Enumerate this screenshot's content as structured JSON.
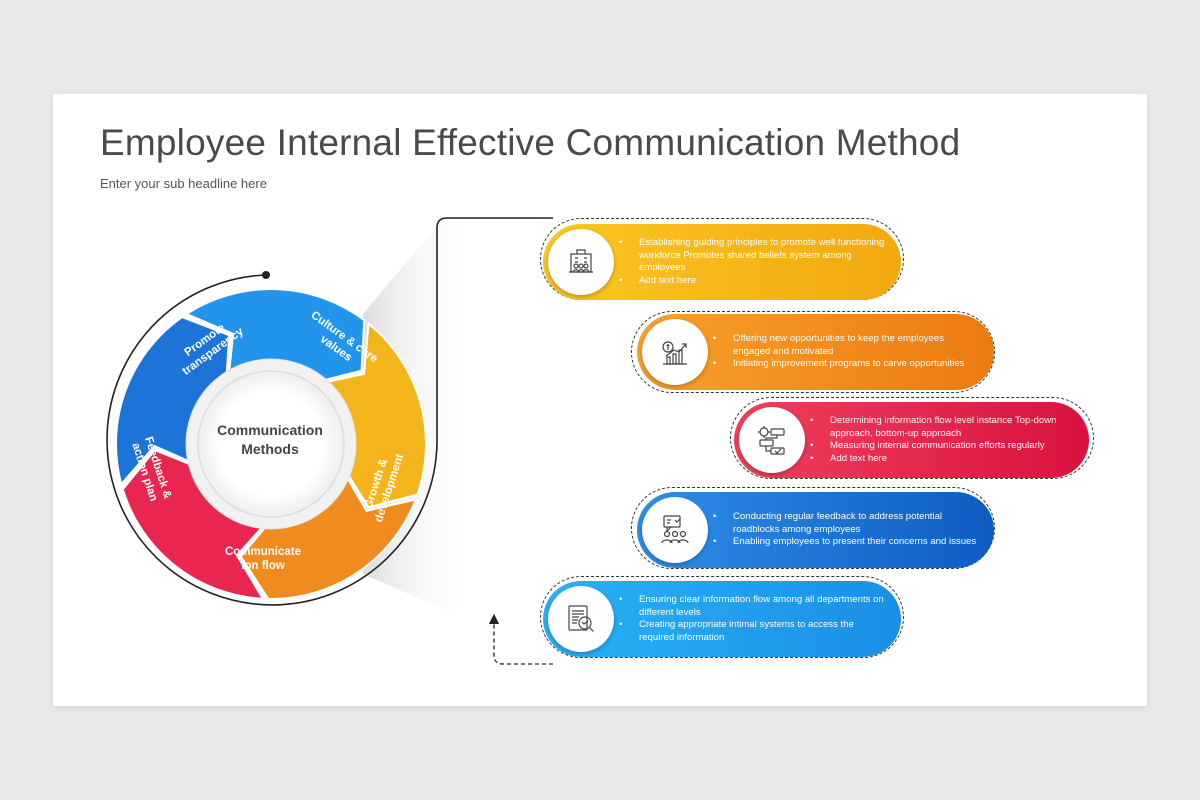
{
  "header": {
    "title": "Employee Internal Effective Communication Method",
    "subtitle": "Enter your sub headline here"
  },
  "wheel": {
    "center_label": "Communication Methods",
    "segments": [
      {
        "label": "Culture & core values",
        "color": "#f4b51c"
      },
      {
        "label": "Growth & development",
        "color": "#f08c1e"
      },
      {
        "label": "Communicate ion flow",
        "color": "#e8264f"
      },
      {
        "label": "Feedback & action plan",
        "color": "#1c74d8"
      },
      {
        "label": "Promote transparency",
        "color": "#2294ec"
      }
    ]
  },
  "items": [
    {
      "icon": "building-team-icon",
      "color_start": "#fbc622",
      "color_end": "#f2a90f",
      "bullets": [
        "Establishing guiding principles to promote well functioning workforce Promotes shared beliefs system among employees",
        "Add text here"
      ]
    },
    {
      "icon": "growth-chart-icon",
      "color_start": "#f7a12c",
      "color_end": "#ec7a10",
      "bullets": [
        "Offering new opportunities to keep the employees engaged and motivated",
        "Initiating improvement programs to carve opportunities"
      ]
    },
    {
      "icon": "workflow-icon",
      "color_start": "#f0405e",
      "color_end": "#d9123f",
      "bullets": [
        "Determining information flow level instance Top-down approach, bottom-up approach",
        "Measuring internal communication efforts regularly",
        "Add text here"
      ]
    },
    {
      "icon": "feedback-group-icon",
      "color_start": "#2e8fe8",
      "color_end": "#0f5cc2",
      "bullets": [
        "Conducting regular feedback to address potential roadblocks among employees",
        "Enabling employees to present their concerns and issues"
      ]
    },
    {
      "icon": "document-search-icon",
      "color_start": "#28b2f5",
      "color_end": "#1a8fe6",
      "bullets": [
        "Ensuring clear information flow among all departments on different levels",
        "Creating appropriate intimal systems to access the required information"
      ]
    }
  ]
}
